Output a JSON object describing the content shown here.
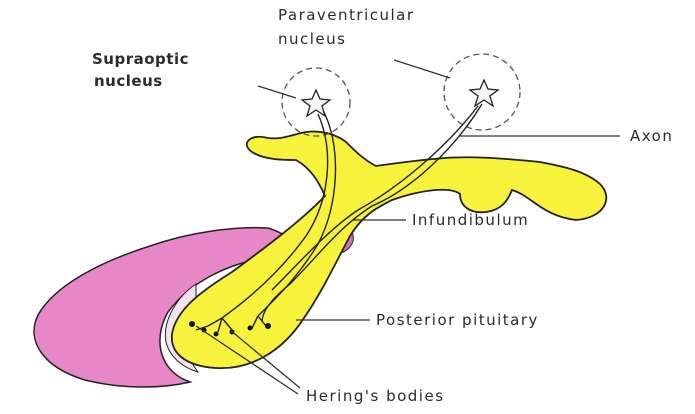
{
  "labels": {
    "supraoptic": [
      "Supraoptic",
      "nucleus"
    ],
    "paraventricular": [
      "Paraventricular",
      "nucleus"
    ],
    "axon": "Axon",
    "infundibulum": "Infundibulum",
    "posterior_pituitary": "Posterior pituitary",
    "herring_bodies": "Hering's bodies"
  },
  "colors": {
    "anterior_lobe": "#e787c8",
    "posterior_lobe": "#f7f23c",
    "outline": "#222222",
    "nucleus_circle": "#555555"
  }
}
